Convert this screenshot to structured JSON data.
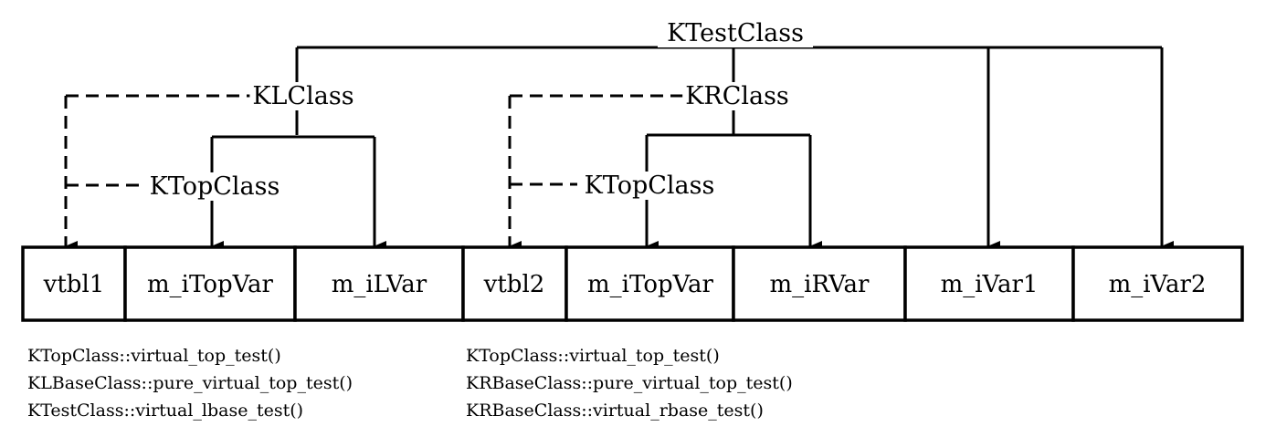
{
  "cells": [
    "vtbl1",
    "m_iTopVar",
    "m_iLVar",
    "vtbl2",
    "m_iTopVar",
    "m_iRVar",
    "m_iVar1",
    "m_iVar2"
  ],
  "labels": {
    "test_class": "KTestClass",
    "l_class": "KLClass",
    "r_class": "KRClass",
    "l_top_class": "KTopClass",
    "r_top_class": "KTopClass"
  },
  "vtbl1_functions": [
    "KTopClass::virtual_top_test()",
    "KLBaseClass::pure_virtual_top_test()",
    "KTestClass::virtual_lbase_test()"
  ],
  "vtbl2_functions": [
    "KTopClass::virtual_top_test()",
    "KRBaseClass::pure_virtual_top_test()",
    "KRBaseClass::virtual_rbase_test()"
  ]
}
